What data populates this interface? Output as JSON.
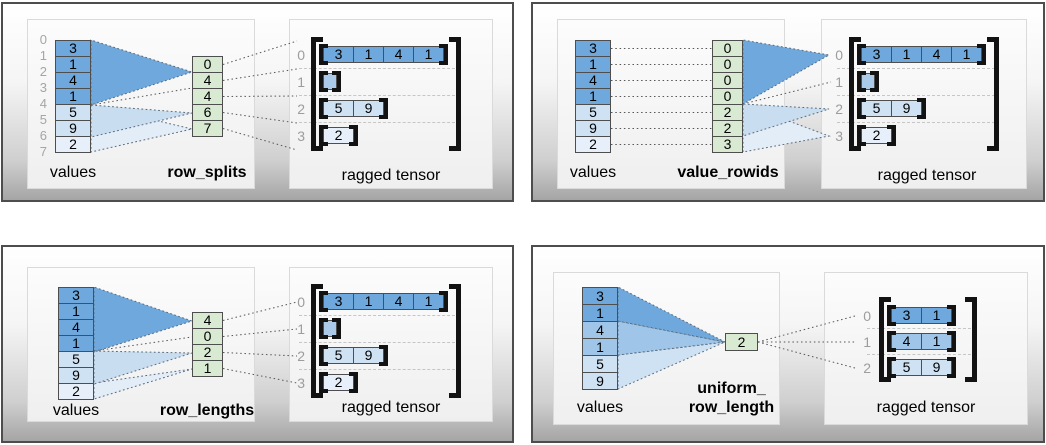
{
  "colors": {
    "dark_blue": "#6fa8dc",
    "medium_blue": "#9fc5e8",
    "light_blue": "#cfe2f3",
    "pale_blue": "#e7f0fa",
    "green": "#d9ead3"
  },
  "panels": [
    {
      "method": "row_splits",
      "values_label": "values",
      "tensor_label": "ragged tensor",
      "values": [
        "3",
        "1",
        "4",
        "1",
        "5",
        "9",
        "2"
      ],
      "value_indices": [
        "0",
        "1",
        "2",
        "3",
        "4",
        "5",
        "6",
        "7"
      ],
      "method_values": [
        "0",
        "4",
        "4",
        "6",
        "7"
      ],
      "row_indices": [
        "0",
        "1",
        "2",
        "3"
      ],
      "rows": [
        [
          "3",
          "1",
          "4",
          "1"
        ],
        [],
        [
          "5",
          "9"
        ],
        [
          "2"
        ]
      ]
    },
    {
      "method": "value_rowids",
      "values_label": "values",
      "tensor_label": "ragged tensor",
      "values": [
        "3",
        "1",
        "4",
        "1",
        "5",
        "9",
        "2"
      ],
      "method_values": [
        "0",
        "0",
        "0",
        "0",
        "2",
        "2",
        "3"
      ],
      "row_indices": [
        "0",
        "1",
        "2",
        "3"
      ],
      "rows": [
        [
          "3",
          "1",
          "4",
          "1"
        ],
        [],
        [
          "5",
          "9"
        ],
        [
          "2"
        ]
      ]
    },
    {
      "method": "row_lengths",
      "values_label": "values",
      "tensor_label": "ragged tensor",
      "values": [
        "3",
        "1",
        "4",
        "1",
        "5",
        "9",
        "2"
      ],
      "method_values": [
        "4",
        "0",
        "2",
        "1"
      ],
      "row_indices": [
        "0",
        "1",
        "2",
        "3"
      ],
      "rows": [
        [
          "3",
          "1",
          "4",
          "1"
        ],
        [],
        [
          "5",
          "9"
        ],
        [
          "2"
        ]
      ]
    },
    {
      "method": "uniform_row_length",
      "method_lines": [
        "uniform_",
        "row_length"
      ],
      "values_label": "values",
      "tensor_label": "ragged tensor",
      "values": [
        "3",
        "1",
        "4",
        "1",
        "5",
        "9"
      ],
      "method_values": [
        "2"
      ],
      "row_indices": [
        "0",
        "1",
        "2"
      ],
      "rows": [
        [
          "3",
          "1"
        ],
        [
          "4",
          "1"
        ],
        [
          "5",
          "9"
        ]
      ]
    }
  ]
}
